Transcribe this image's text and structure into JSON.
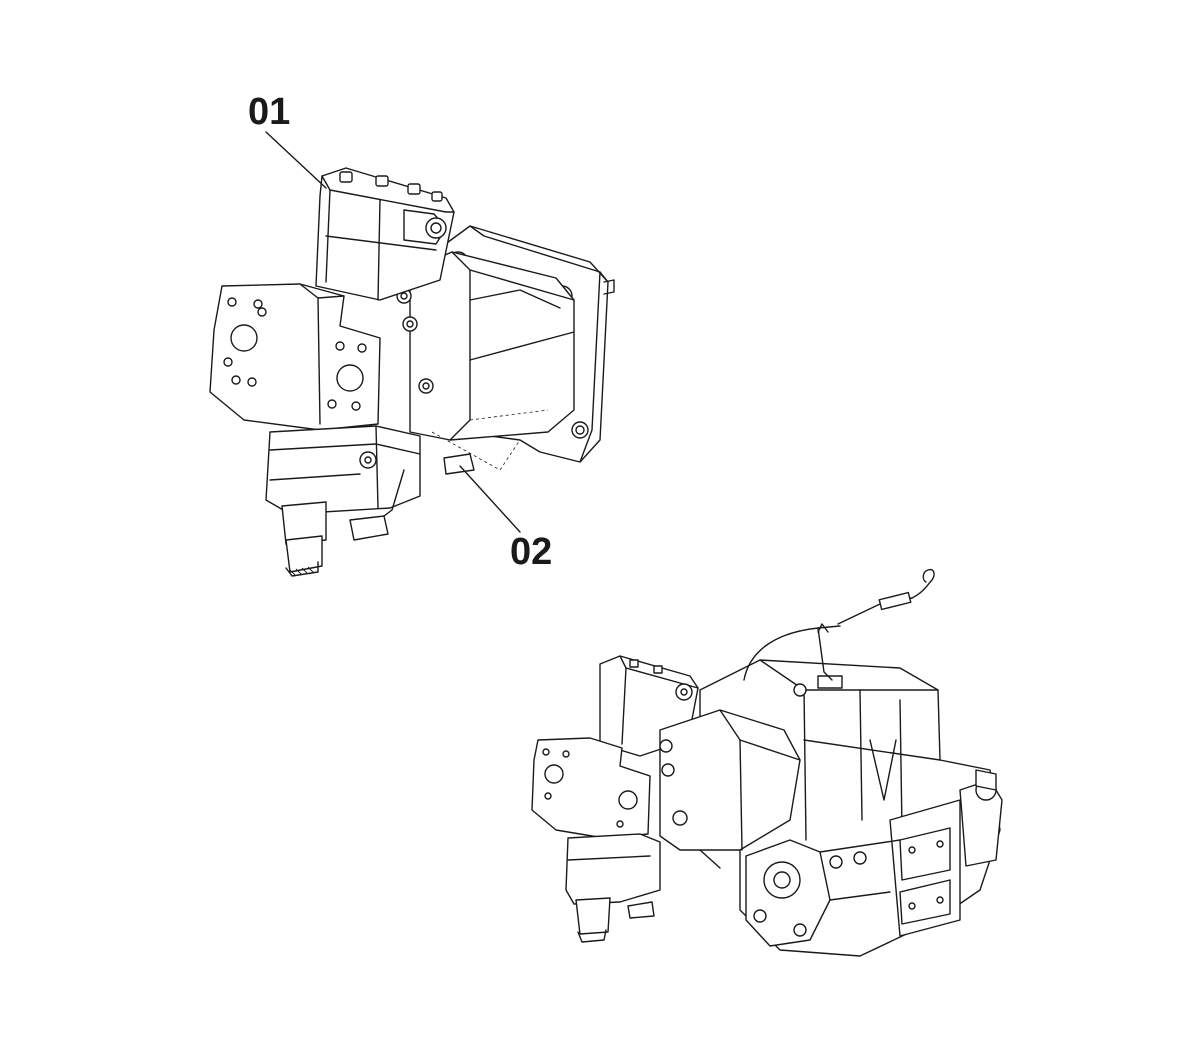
{
  "callouts": [
    {
      "id": "01",
      "label": "01"
    },
    {
      "id": "02",
      "label": "02"
    }
  ]
}
